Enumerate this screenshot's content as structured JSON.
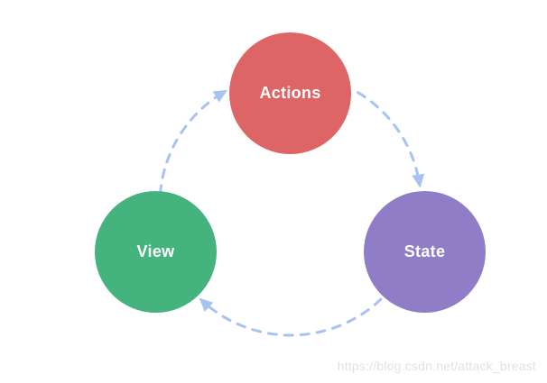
{
  "diagram": {
    "type": "cycle",
    "nodes": [
      {
        "id": "actions",
        "label": "Actions",
        "color": "#DD6565"
      },
      {
        "id": "view",
        "label": "View",
        "color": "#44B37D"
      },
      {
        "id": "state",
        "label": "State",
        "color": "#8F7EC7"
      }
    ],
    "edges": [
      {
        "from": "Actions",
        "to": "State"
      },
      {
        "from": "State",
        "to": "View"
      },
      {
        "from": "View",
        "to": "Actions"
      }
    ],
    "arrow_color": "#A6C3F2",
    "label_color": "#FFFFFF",
    "background_color": "#FFFFFF"
  },
  "watermark": {
    "text": "https://blog.csdn.net/attack_breast",
    "color": "#E2E2E2"
  }
}
